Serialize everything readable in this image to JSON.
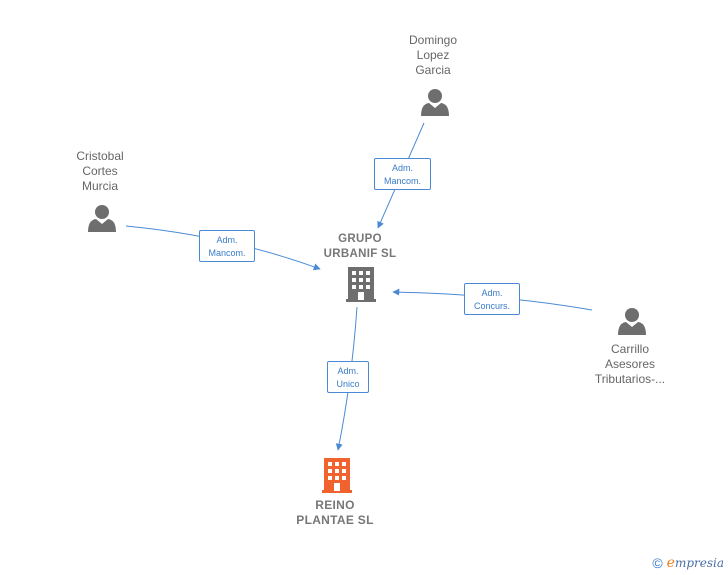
{
  "nodes": {
    "domingo": {
      "name": "Domingo\nLopez\nGarcia"
    },
    "cristobal": {
      "name": "Cristobal\nCortes\nMurcia"
    },
    "carrillo": {
      "name": "Carrillo\nAsesores\nTributarios-..."
    },
    "grupo": {
      "name": "GRUPO\nURBANIF SL"
    },
    "reino": {
      "name": "REINO\nPLANTAE SL"
    }
  },
  "roles": {
    "domingo_grupo": "Adm.\nMancom.",
    "cristobal_grupo": "Adm.\nMancom.",
    "carrillo_grupo": "Adm.\nConcurs.",
    "grupo_reino": "Adm.\nUnico"
  },
  "colors": {
    "person_icon": "#6e6e6e",
    "company_icon": "#6e6e6e",
    "target_icon": "#f0622e",
    "edge": "#4a8ad4"
  },
  "footer": {
    "copyright": "©",
    "brand_initial": "e",
    "brand_rest": "mpresia"
  }
}
